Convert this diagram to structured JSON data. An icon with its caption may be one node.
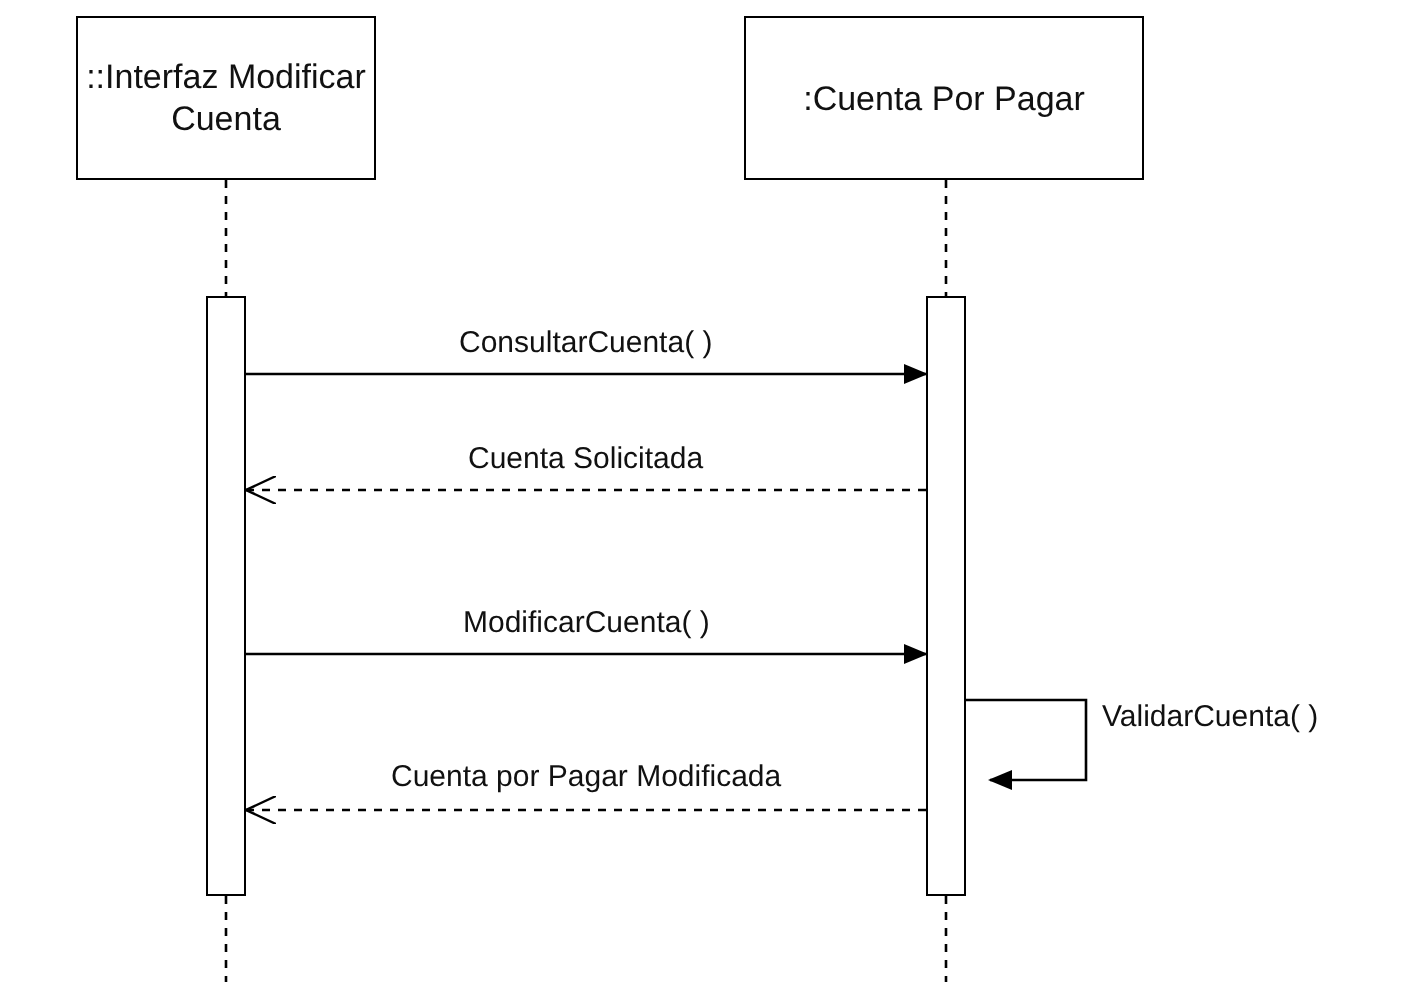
{
  "diagram": {
    "nodes": [
      {
        "text": [
          "::Interfaz Modificar Cuenta"
        ]
      },
      {
        "text": [
          ":Cuenta Por Pagar"
        ]
      },
      {
        "text": [],
        "shape": "bar"
      },
      {
        "text": [],
        "shape": "bar"
      }
    ],
    "edges": [
      {
        "from": 0,
        "to": 2,
        "arrow": "none",
        "style": "dashed"
      },
      {
        "from": 1,
        "to": 3,
        "arrow": "none",
        "style": "dashed"
      },
      {
        "from": 2,
        "to": 3,
        "arrow": "to",
        "label": "ConsultarCuenta( )"
      },
      {
        "from": 3,
        "to": 2,
        "arrow": "to",
        "style": "dashed",
        "label": "Cuenta Solicitada"
      },
      {
        "from": 2,
        "to": 3,
        "arrow": "to",
        "label": "ModificarCuenta( )"
      },
      {
        "from": 3,
        "to": 3,
        "arrow": "to",
        "label": "ValidarCuenta( )"
      },
      {
        "from": 3,
        "to": 2,
        "arrow": "to",
        "style": "dashed",
        "label": "Cuenta por Pagar Modificada"
      },
      {
        "from": 2,
        "to": null,
        "arrow": "none",
        "style": "dashed"
      },
      {
        "from": 3,
        "to": null,
        "arrow": "none",
        "style": "dashed"
      }
    ]
  }
}
